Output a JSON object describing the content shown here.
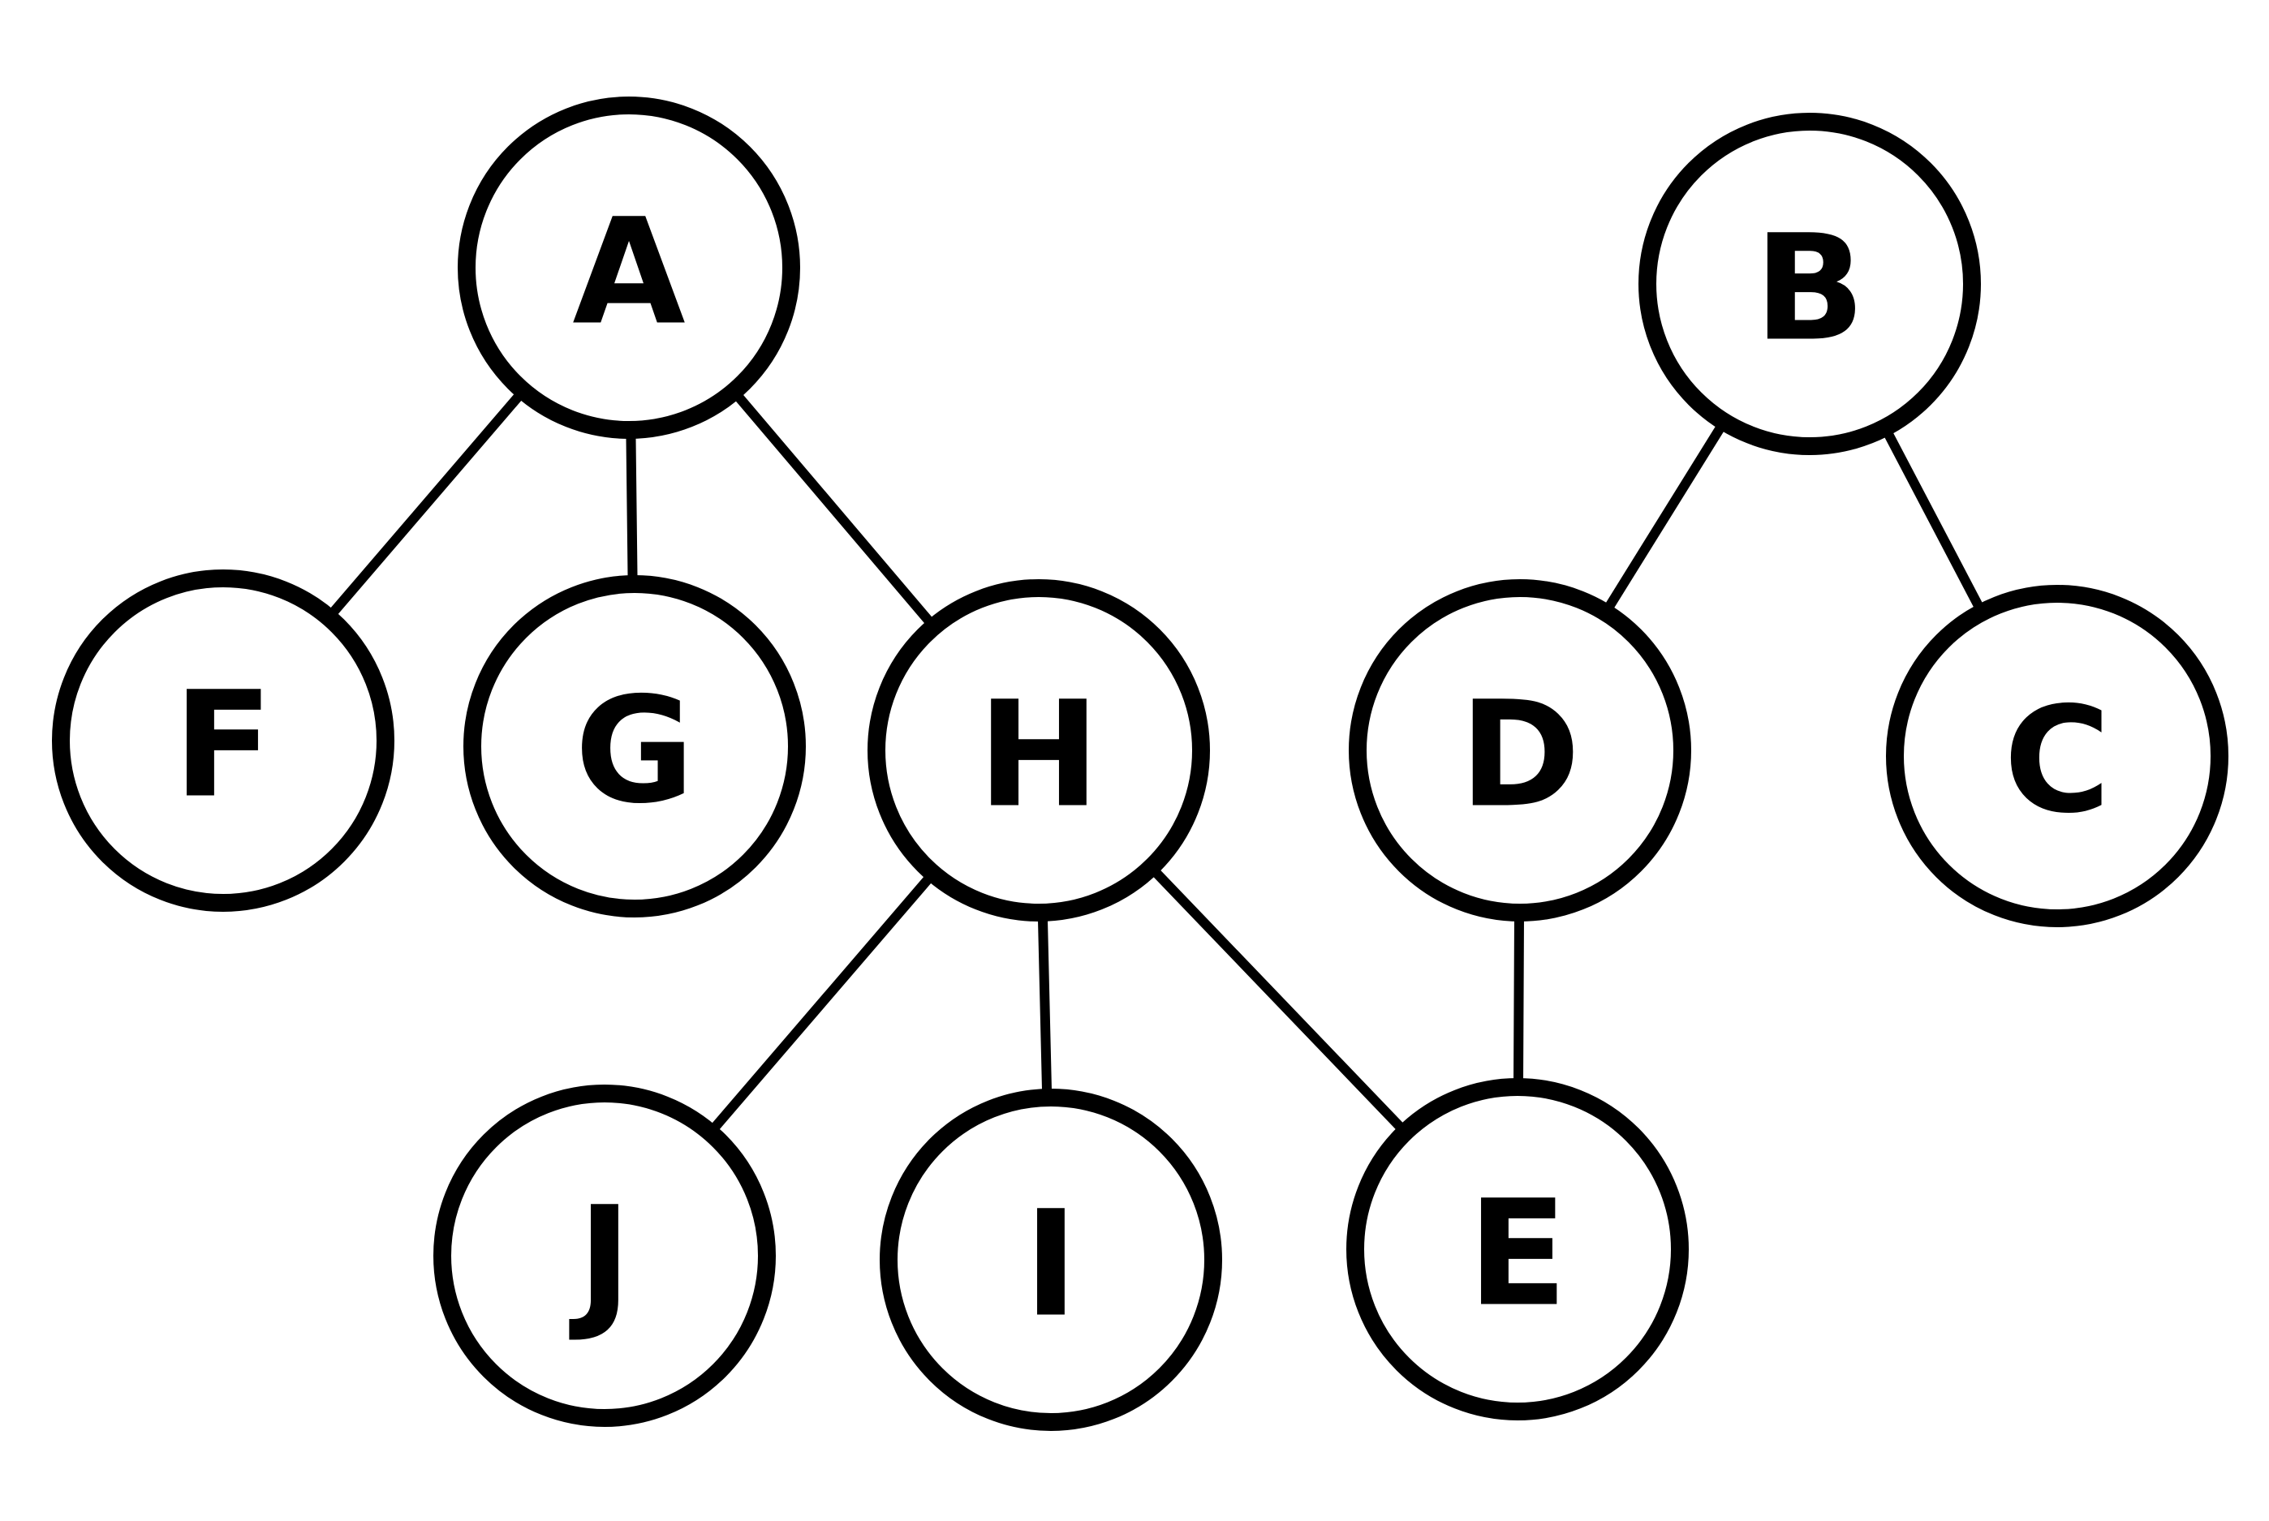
{
  "diagram": {
    "type": "graph",
    "nodes": [
      {
        "id": "A",
        "label": "A"
      },
      {
        "id": "B",
        "label": "B"
      },
      {
        "id": "F",
        "label": "F"
      },
      {
        "id": "G",
        "label": "G"
      },
      {
        "id": "H",
        "label": "H"
      },
      {
        "id": "D",
        "label": "D"
      },
      {
        "id": "C",
        "label": "C"
      },
      {
        "id": "J",
        "label": "J"
      },
      {
        "id": "I",
        "label": "I"
      },
      {
        "id": "E",
        "label": "E"
      }
    ],
    "edges": [
      {
        "from": "A",
        "to": "F"
      },
      {
        "from": "A",
        "to": "G"
      },
      {
        "from": "A",
        "to": "H"
      },
      {
        "from": "B",
        "to": "D"
      },
      {
        "from": "B",
        "to": "C"
      },
      {
        "from": "H",
        "to": "J"
      },
      {
        "from": "H",
        "to": "I"
      },
      {
        "from": "H",
        "to": "E"
      },
      {
        "from": "D",
        "to": "E"
      }
    ],
    "colors": {
      "stroke": "#000000",
      "fill": "#ffffff",
      "text": "#000000"
    }
  }
}
